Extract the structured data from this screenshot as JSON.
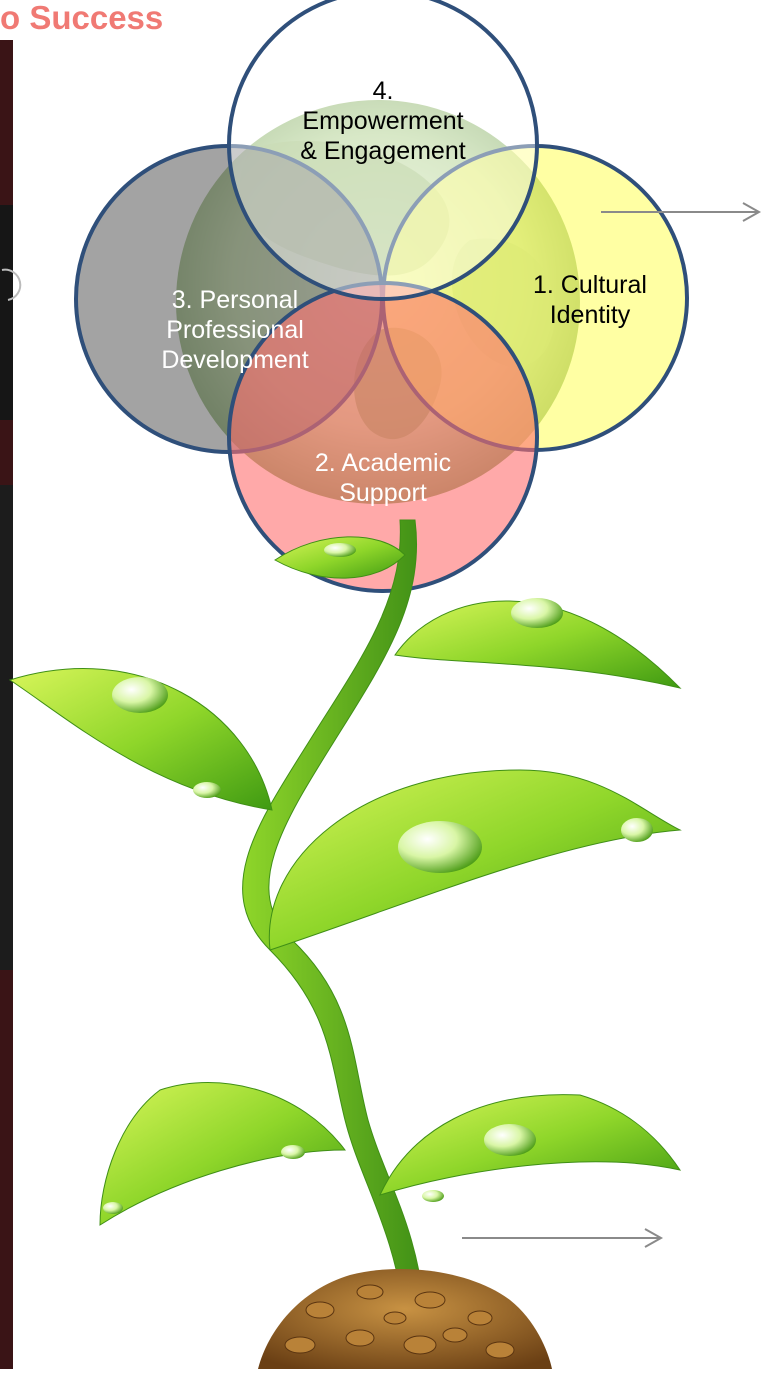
{
  "header": {
    "title": "o Success"
  },
  "circles": {
    "empowerment": {
      "number": "4.",
      "line1": "Empowerment",
      "line2": "& Engagement"
    },
    "cultural": {
      "line1": "1. Cultural",
      "line2": "Identity"
    },
    "personal": {
      "line1": "3. Personal",
      "line2": "Professional",
      "line3": "Development"
    },
    "academic": {
      "line1": "2. Academic",
      "line2": "Support"
    }
  },
  "colors": {
    "title": "#f07a74",
    "circle_border": "#2f4f7a",
    "academic": "#ff6f6f",
    "cultural": "#ffff66",
    "personal": "#666666",
    "empowerment": "#ffffff",
    "arrow": "#8a8a8a",
    "leaf_light": "#b6ec3a",
    "leaf_dark": "#4aa614",
    "stem": "#5bb521",
    "soil": "#8a5a24",
    "sidebar": "#3a1416"
  },
  "icons": {
    "arrow_top": "arrow-right-icon",
    "arrow_bottom": "arrow-right-icon"
  }
}
